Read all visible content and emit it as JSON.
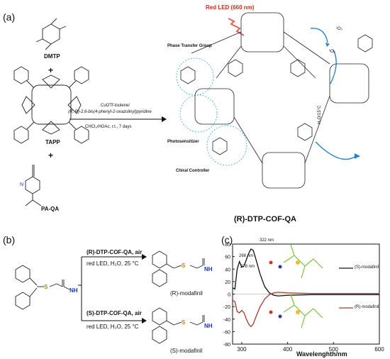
{
  "panel_a": {
    "label": "(a)",
    "reagents": {
      "dmtp": "DMTP",
      "plus1": "+",
      "tapp": "TAPP",
      "plus2": "+",
      "paqa": "PA-QA"
    },
    "conditions": {
      "line1": "CuOTf-toulene/",
      "line2": "(R, R)-2,6-bis(4-phenyl-2-oxazolinyl)pyridine",
      "line3": "CHCl₃/HOAc, r.t., 7 days"
    },
    "red_led": "Red LED (660 nm)",
    "phase_transfer": "Phase Transfer Group",
    "photosensitizer": "Photosensitizer",
    "chiral_controller": "Chiral Controller",
    "singlet_o2": "¹O₂",
    "triplet_o2": "³O₂",
    "h2o_cond": "H₂O/15°C",
    "product_name": "(R)-DTP-COF-QA"
  },
  "panel_b": {
    "label": "(b)",
    "top_catalyst": "(R)-DTP-COF-QA, air",
    "top_cond": "red LED, H₂O, 25 °C",
    "top_product": "(R)-modafinil",
    "bottom_catalyst": "(S)-DTP-COF-QA, air",
    "bottom_cond": "red LED, H₂O, 25 °C",
    "bottom_product": "(S)-modafinil"
  },
  "panel_c": {
    "label": "(c)",
    "chart_data": {
      "type": "line",
      "xlabel": "Wavelenghth/nm",
      "ylabel": "",
      "xlim": [
        280,
        600
      ],
      "ylim": [
        -80,
        80
      ],
      "xticks": [
        300,
        400,
        500,
        600
      ],
      "yticks": [
        -80,
        -60,
        -40,
        -20,
        0,
        20,
        40,
        60,
        80
      ],
      "annotations": [
        "322 nm",
        "268 nm",
        "278 nm"
      ],
      "series": [
        {
          "name": "(S)-modafinil",
          "color": "#111111",
          "x": [
            280,
            285,
            290,
            295,
            300,
            305,
            310,
            315,
            320,
            325,
            330,
            340,
            350,
            360,
            370,
            380,
            400,
            450,
            500,
            550,
            600
          ],
          "y": [
            10,
            8,
            40,
            52,
            43,
            45,
            55,
            65,
            72,
            70,
            58,
            32,
            12,
            2,
            -2,
            -3,
            -2,
            -1,
            -1,
            -1,
            -1
          ]
        },
        {
          "name": "(R)-modafinil",
          "color": "#a23a2c",
          "x": [
            280,
            285,
            290,
            295,
            300,
            305,
            310,
            315,
            320,
            325,
            330,
            340,
            350,
            360,
            370,
            380,
            400,
            450,
            500,
            550,
            600
          ],
          "y": [
            -10,
            -12,
            -28,
            -30,
            -26,
            -30,
            -40,
            -48,
            -52,
            -48,
            -38,
            -20,
            -8,
            -1,
            2,
            3,
            2,
            1,
            1,
            1,
            1
          ]
        }
      ]
    }
  }
}
